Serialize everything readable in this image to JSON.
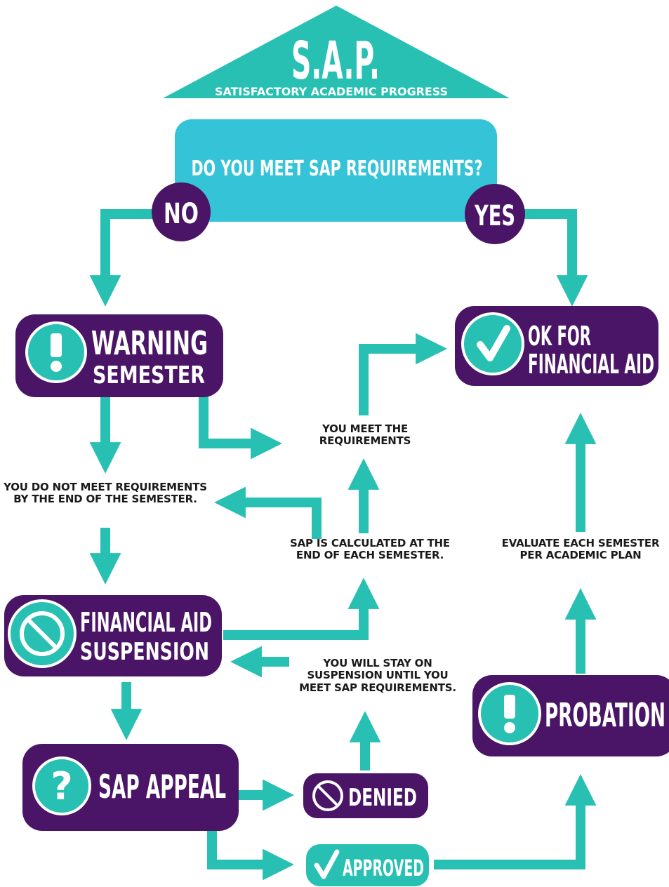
{
  "colors": {
    "teal": "#27C0B3",
    "purple": "#4A1566",
    "sky": "#35C3D8",
    "white": "#FFFFFF",
    "text": "#1A1A1A"
  },
  "header": {
    "title": "S.A.P.",
    "subtitle": "SATISFACTORY ACADEMIC PROGRESS"
  },
  "question": {
    "label": "DO YOU MEET SAP REQUIREMENTS?",
    "no": "NO",
    "yes": "YES"
  },
  "nodes": {
    "warning": {
      "line1": "WARNING",
      "line2": "SEMESTER",
      "icon": "exclamation-icon"
    },
    "ok": {
      "line1": "OK FOR",
      "line2": "FINANCIAL AID",
      "icon": "checkmark-icon"
    },
    "suspension": {
      "line1": "FINANCIAL AID",
      "line2": "SUSPENSION",
      "icon": "prohibited-icon"
    },
    "appeal": {
      "label": "SAP APPEAL",
      "icon": "question-icon"
    },
    "probation": {
      "label": "PROBATION",
      "icon": "exclamation-icon"
    },
    "denied": {
      "label": "DENIED",
      "icon": "prohibited-icon"
    },
    "approved": {
      "label": "APPROVED",
      "icon": "checkmark-icon"
    }
  },
  "notes": {
    "meet_requirements": [
      "YOU MEET THE",
      "REQUIREMENTS"
    ],
    "not_meet": [
      "YOU DO NOT MEET REQUIREMENTS",
      "BY THE END OF THE SEMESTER."
    ],
    "calculated": [
      "SAP IS CALCULATED AT THE",
      "END OF EACH SEMESTER."
    ],
    "evaluate": [
      "EVALUATE EACH SEMESTER",
      "PER ACADEMIC PLAN"
    ],
    "stay": [
      "YOU WILL STAY ON",
      "SUSPENSION UNTIL YOU",
      "MEET SAP REQUIREMENTS."
    ]
  }
}
